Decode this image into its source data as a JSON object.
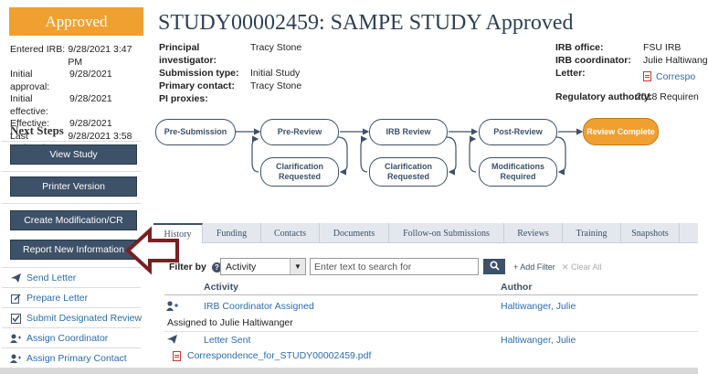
{
  "status": "Approved",
  "dates": [
    {
      "label": "Entered IRB:",
      "value": "9/28/2021 3:47 PM"
    },
    {
      "label": "Initial approval:",
      "value": "9/28/2021"
    },
    {
      "label": "Initial effective:",
      "value": "9/28/2021"
    },
    {
      "label": "Effective:",
      "value": "9/28/2021"
    },
    {
      "label": "Last updated:",
      "value": "9/28/2021 3:58 PM"
    }
  ],
  "title": "STUDY00002459: SAMPE STUDY Approved",
  "details": {
    "pi_label": "Principal investigator:",
    "pi": "Tracy Stone",
    "sub_type_label": "Submission type:",
    "sub_type": "Initial Study",
    "contact_label": "Primary contact:",
    "contact": "Tracy Stone",
    "proxies_label": "PI proxies:",
    "proxies": ""
  },
  "details2": {
    "office_label": "IRB office:",
    "office": "FSU IRB",
    "coord_label": "IRB coordinator:",
    "coord": "Julie Haltiwang",
    "letter_label": "Letter:",
    "letter": "Correspo",
    "reg_label": "Regulatory authority:",
    "reg": "2018 Requiren"
  },
  "next_steps": {
    "heading": "Next Steps",
    "buttons": [
      "View Study",
      "Printer Version",
      "Create Modification/CR",
      "Report New Information"
    ],
    "links": [
      "Send Letter",
      "Prepare Letter",
      "Submit Designated Review",
      "Assign Coordinator",
      "Assign Primary Contact"
    ]
  },
  "workflow": {
    "steps": [
      "Pre-Submission",
      "Pre-Review",
      "IRB Review",
      "Post-Review",
      "Review Complete"
    ],
    "sub_steps": [
      "Clarification Requested",
      "Clarification Requested",
      "Modifications Required"
    ]
  },
  "tabs": [
    "History",
    "Funding",
    "Contacts",
    "Documents",
    "Follow-on Submissions",
    "Reviews",
    "Training",
    "Snapshots"
  ],
  "filter": {
    "label": "Filter by",
    "selected": "Activity",
    "placeholder": "Enter text to search for",
    "add_filter": "+ Add Filter",
    "clear_all": "✕ Clear All"
  },
  "history": {
    "col_activity": "Activity",
    "col_author": "Author",
    "rows": [
      {
        "activity": "IRB Coordinator Assigned",
        "author": "Haltiwanger, Julie",
        "detail": "Assigned to Julie Haltiwanger"
      },
      {
        "activity": "Letter Sent",
        "author": "Haltiwanger, Julie",
        "detail": "Correspondence_for_STUDY00002459.pdf"
      }
    ]
  },
  "colors": {
    "accent": "#f0a030",
    "navy": "#3d5168",
    "link": "#2b6cb0",
    "annotation": "#7a1f24"
  }
}
